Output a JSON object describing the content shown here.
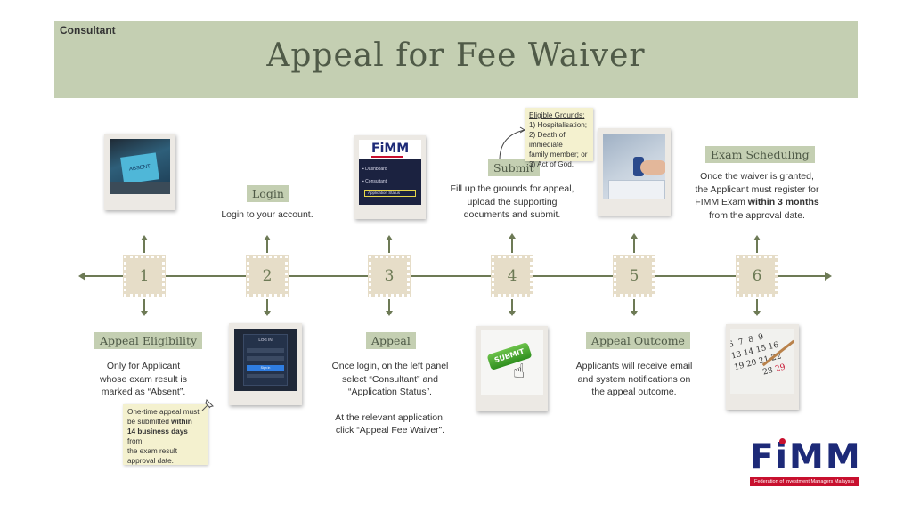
{
  "header": {
    "tag": "Consultant",
    "title": "Appeal for Fee Waiver"
  },
  "steps": [
    {
      "num": "1",
      "label": "Appeal Eligibility",
      "desc": [
        "Only for Applicant",
        "whose exam result is",
        "marked as “Absent”."
      ]
    },
    {
      "num": "2",
      "label": "Login",
      "desc": [
        "Login to your account."
      ]
    },
    {
      "num": "3",
      "label": "Appeal",
      "desc": [
        "Once login, on the left panel",
        "select “Consultant” and",
        "“Application Status”.",
        "",
        "At the relevant application,",
        "click “Appeal Fee Waiver”."
      ]
    },
    {
      "num": "4",
      "label": "Submit",
      "desc": [
        "Fill up the grounds for appeal,",
        "upload the supporting",
        "documents and submit."
      ]
    },
    {
      "num": "5",
      "label": "Appeal Outcome",
      "desc": [
        "Applicants will receive email",
        "and system notifications on",
        "the appeal outcome."
      ]
    },
    {
      "num": "6",
      "label": "Exam Scheduling",
      "desc_pre": [
        "Once the waiver is granted,",
        "the Applicant must register for"
      ],
      "desc_mid_a": "FIMM Exam ",
      "desc_mid_b": "within 3 months",
      "desc_post": "from the approval date."
    }
  ],
  "note1": {
    "line1": "One-time appeal must",
    "line2": "be submitted ",
    "bold": "within",
    "line3b": "14 business days",
    "line3": " from",
    "line4": "the exam result",
    "line5": "approval date."
  },
  "note4": {
    "title": "Eligible Grounds:",
    "items": [
      "1) Hospitalisation;",
      "2) Death of immediate",
      "family member; or",
      "3) Act of God."
    ]
  },
  "photo1": {
    "sticky": "ABSENT"
  },
  "photo3": {
    "logo": "FiMM",
    "menu": [
      "Dashboard",
      "Consultant",
      "Application Status"
    ]
  },
  "photo2": {
    "title": "LOG IN",
    "button": "Sign in"
  },
  "photo4": {
    "button": "SUBMIT"
  },
  "photo6": {
    "dates": [
      "6",
      "7",
      "8",
      "9",
      "13",
      "14",
      "15",
      "16",
      "19",
      "20",
      "21",
      "22",
      "28",
      "29"
    ]
  },
  "logo": {
    "word": "FiMM",
    "subtitle": "Federation of Investment Managers Malaysia"
  },
  "colors": {
    "header_bg": "#c4cfb2",
    "accent": "#6d7a55",
    "stamp": "#e6ddc8",
    "brand_blue": "#1d2a78",
    "brand_red": "#c8102e"
  }
}
